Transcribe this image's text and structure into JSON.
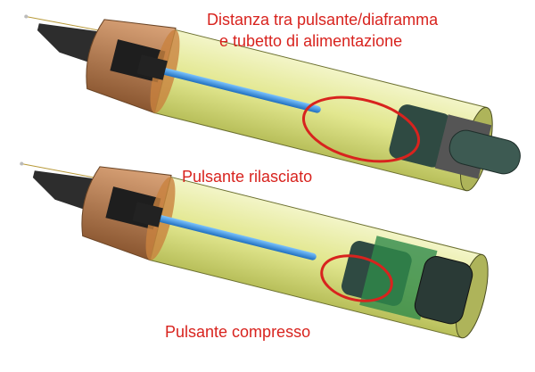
{
  "title": {
    "line1": "Distanza tra pulsante/diaframma",
    "line2": "e tubetto di alimentazione"
  },
  "labels": {
    "released": "Pulsante rilasciato",
    "compressed": "Pulsante compresso"
  },
  "colors": {
    "annotation": "#d8231e",
    "tube_body": "#e6eaa0",
    "feed_tube": "#2f8fe0",
    "collar": "#b07a4a",
    "button": "#2f4a42"
  }
}
